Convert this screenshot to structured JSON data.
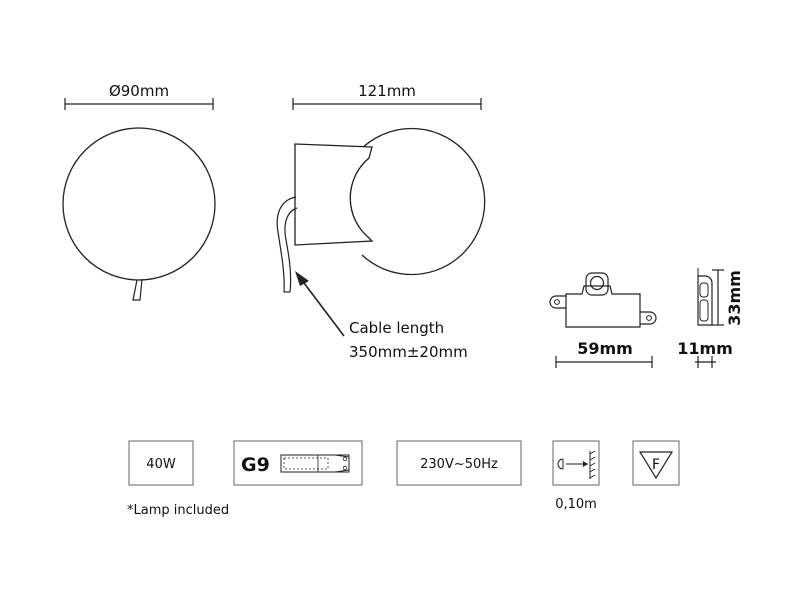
{
  "dimensions": {
    "diameter": "Ø90mm",
    "length": "121mm",
    "mount_width": "59mm",
    "mount_depth": "11mm",
    "mount_height": "33mm"
  },
  "cable": {
    "line1": "Cable length",
    "line2": "350mm±20mm"
  },
  "specs": {
    "wattage": "40W",
    "lamp_note": "*Lamp included",
    "socket": "G9",
    "voltage": "230V~50Hz",
    "distance": "0,10m",
    "f_mark": "F"
  },
  "colors": {
    "line": "#222222",
    "box_border": "#666666"
  }
}
